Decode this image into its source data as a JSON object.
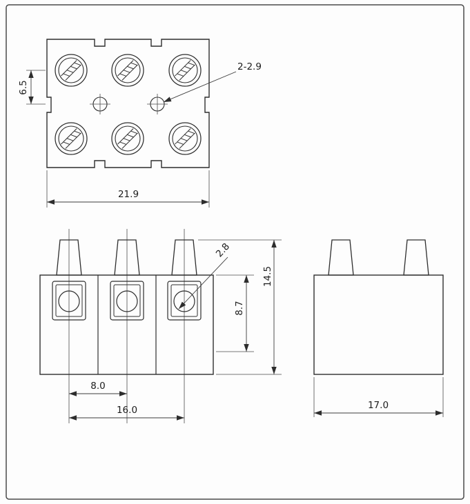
{
  "dimensions": {
    "hole_callout": "2-2.9",
    "row_spacing": "6.5",
    "overall_width": "21.9",
    "screw_hole_dia": "2.8",
    "body_height": "8.7",
    "total_height": "14.5",
    "pole_pitch": "8.0",
    "pitch_span": "16.0",
    "depth": "17.0"
  }
}
